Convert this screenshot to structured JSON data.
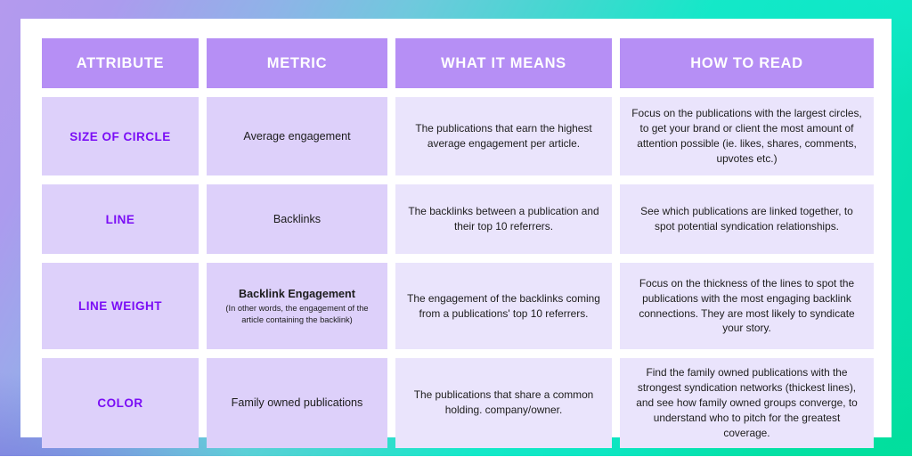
{
  "theme": {
    "gradient_start": "#b49aee",
    "gradient_mid": "#3fd9cf",
    "gradient_end": "#04dda6",
    "gradient_bottom_left": "#6c62d8",
    "card_bg": "#ffffff",
    "header_cell_bg": "#b68ff5",
    "header_text_color": "#ffffff",
    "attribute_cell_bg": "#ddd0fa",
    "attribute_text_color": "#7a0df5",
    "metric_cell_bg": "#ddd0fa",
    "description_cell_bg": "#eae4fc",
    "body_text_color": "#1c1c1c"
  },
  "table": {
    "headers": [
      "ATTRIBUTE",
      "METRIC",
      "WHAT IT MEANS",
      "HOW TO READ"
    ],
    "rows": [
      {
        "attribute": "SIZE OF CIRCLE",
        "metric_main": "Average engagement",
        "metric_sub": "",
        "what_it_means": "The publications that earn the highest average engagement per article.",
        "how_to_read": "Focus on the publications with the largest circles, to get your brand or client the most amount of attention possible (ie. likes, shares, comments, upvotes etc.)"
      },
      {
        "attribute": "LINE",
        "metric_main": "Backlinks",
        "metric_sub": "",
        "what_it_means": "The backlinks between a publication and their top 10 referrers.",
        "how_to_read": "See which publications are linked together, to spot potential syndication relationships."
      },
      {
        "attribute": "LINE WEIGHT",
        "metric_main": "Backlink Engagement",
        "metric_sub": "(In other words, the engagement of the article containing the backlink)",
        "what_it_means": "The engagement of the backlinks coming from a publications' top 10 referrers.",
        "how_to_read": "Focus on the thickness of the lines to spot the publications with the most engaging backlink connections. They are most likely to syndicate your story."
      },
      {
        "attribute": "COLOR",
        "metric_main": "Family owned publications",
        "metric_sub": "",
        "what_it_means": "The publications that share a common holding. company/owner.",
        "how_to_read": "Find the family owned publications with the strongest syndication networks (thickest lines), and see how family owned groups converge, to understand who to pitch for the greatest coverage."
      }
    ]
  }
}
